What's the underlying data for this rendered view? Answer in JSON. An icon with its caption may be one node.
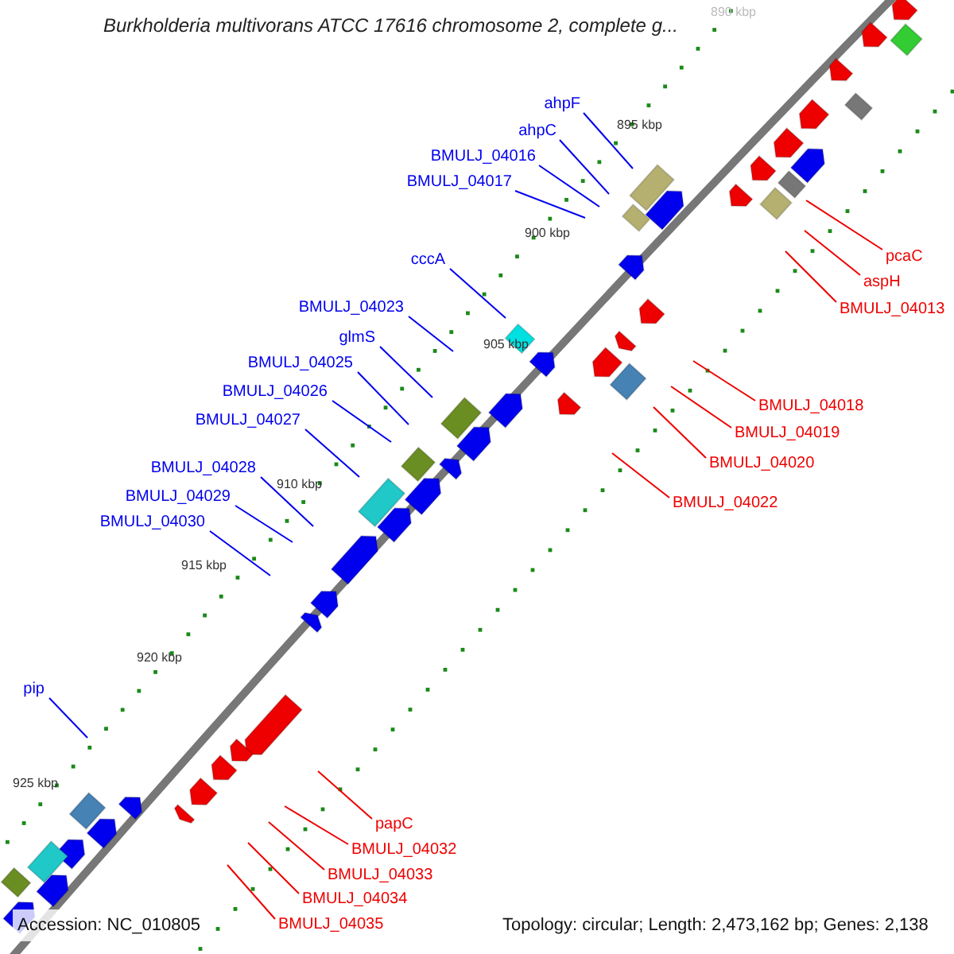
{
  "diagram": {
    "title": "Burkholderia multivorans ATCC 17616 chromosome 2, complete g...",
    "nodes": [
      {
        "text": [
          "ahpF"
        ]
      },
      {
        "text": [
          "ahpC"
        ]
      },
      {
        "text": [
          "BMULJ_04016"
        ]
      },
      {
        "text": [
          "BMULJ_04017"
        ]
      },
      {
        "text": [
          "pcaC"
        ]
      },
      {
        "text": [
          "aspH"
        ]
      },
      {
        "text": [
          "BMULJ_04013"
        ]
      },
      {
        "text": [
          "cccA"
        ]
      },
      {
        "text": [
          "BMULJ_04023"
        ]
      },
      {
        "text": [
          "glmS"
        ]
      },
      {
        "text": [
          "BMULJ_04025"
        ]
      },
      {
        "text": [
          "BMULJ_04026"
        ]
      },
      {
        "text": [
          "BMULJ_04027"
        ]
      },
      {
        "text": [
          "BMULJ_04018"
        ]
      },
      {
        "text": [
          "BMULJ_04019"
        ]
      },
      {
        "text": [
          "BMULJ_04020"
        ]
      },
      {
        "text": [
          "BMULJ_04028"
        ]
      },
      {
        "text": [
          "BMULJ_04029"
        ]
      },
      {
        "text": [
          "BMULJ_04022"
        ]
      },
      {
        "text": [
          "BMULJ_04030"
        ]
      },
      {
        "text": [
          "pip"
        ]
      },
      {
        "text": [
          "papC"
        ]
      },
      {
        "text": [
          "BMULJ_04032"
        ]
      },
      {
        "text": [
          "BMULJ_04033"
        ]
      },
      {
        "text": [
          "BMULJ_04034"
        ]
      },
      {
        "text": [
          "BMULJ_04035"
        ]
      }
    ],
    "edges": [
      {
        "from": 0,
        "to": null,
        "arrow": "none"
      },
      {
        "from": 1,
        "to": null,
        "arrow": "none"
      },
      {
        "from": 2,
        "to": null,
        "arrow": "none"
      },
      {
        "from": 3,
        "to": null,
        "arrow": "none"
      },
      {
        "from": 4,
        "to": null,
        "arrow": "none",
        "color": "#ee0000"
      },
      {
        "from": 5,
        "to": null,
        "arrow": "none",
        "color": "#ee0000"
      },
      {
        "from": 6,
        "to": null,
        "arrow": "none",
        "color": "#ee0000"
      },
      {
        "from": 7,
        "to": null,
        "arrow": "none"
      },
      {
        "from": 8,
        "to": null,
        "arrow": "none"
      },
      {
        "from": 9,
        "to": null,
        "arrow": "none"
      },
      {
        "from": 10,
        "to": null,
        "arrow": "none"
      },
      {
        "from": 11,
        "to": null,
        "arrow": "none"
      },
      {
        "from": 12,
        "to": null,
        "arrow": "none"
      },
      {
        "from": 13,
        "to": null,
        "arrow": "none",
        "color": "#ee0000"
      },
      {
        "from": 14,
        "to": null,
        "arrow": "none",
        "color": "#ee0000"
      },
      {
        "from": 15,
        "to": null,
        "arrow": "none",
        "color": "#ee0000"
      },
      {
        "from": 16,
        "to": null,
        "arrow": "none"
      },
      {
        "from": 17,
        "to": null,
        "arrow": "none"
      },
      {
        "from": 18,
        "to": null,
        "arrow": "none",
        "color": "#ee0000"
      },
      {
        "from": 19,
        "to": null,
        "arrow": "none"
      },
      {
        "from": 20,
        "to": null,
        "arrow": "none"
      },
      {
        "from": 21,
        "to": null,
        "arrow": "none",
        "color": "#ee0000"
      },
      {
        "from": 22,
        "to": null,
        "arrow": "none",
        "color": "#ee0000"
      },
      {
        "from": 23,
        "to": null,
        "arrow": "none",
        "color": "#ee0000"
      },
      {
        "from": 24,
        "to": null,
        "arrow": "none",
        "color": "#ee0000"
      },
      {
        "from": 25,
        "to": null,
        "arrow": "none",
        "color": "#ee0000"
      }
    ],
    "labels": [
      "890 kbp",
      "895 kbp",
      "900 kbp",
      "905 kbp",
      "910 kbp",
      "915 kbp",
      "920 kbp",
      "925 kbp",
      "Accession: NC_010805",
      "Topology: circular; Length: 2,473,162 bp; Genes: 2,138"
    ]
  }
}
